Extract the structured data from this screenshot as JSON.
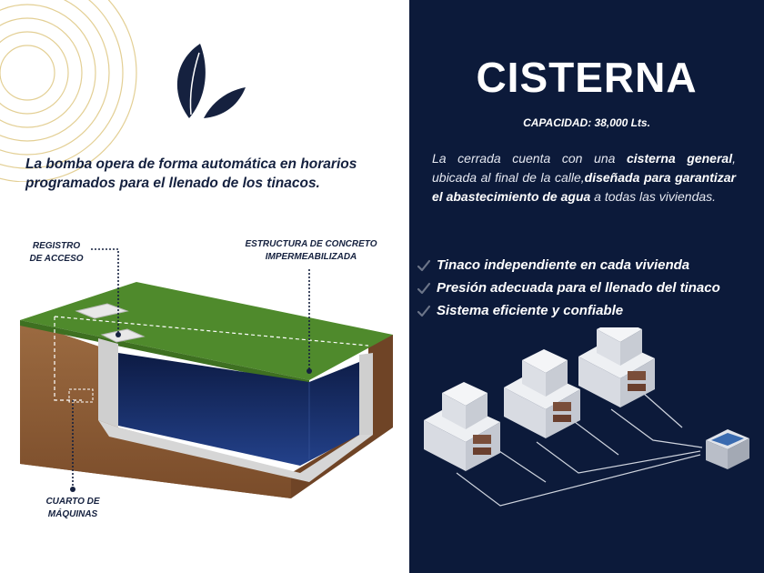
{
  "left": {
    "intro_line1": "La bomba opera de forma automática en horarios",
    "intro_line2": "programados para el llenado de los tinacos.",
    "callouts": {
      "registro_line1": "REGISTRO",
      "registro_line2": "DE ACCESO",
      "estructura_line1": "ESTRUCTURA DE CONCRETO",
      "estructura_line2": "IMPERMEABILIZADA",
      "cuarto_line1": "CUARTO DE",
      "cuarto_line2": "MÁQUINAS"
    }
  },
  "right": {
    "title": "CISTERNA",
    "capacity": "CAPACIDAD: 38,000 Lts.",
    "description": {
      "part1": "La cerrada cuenta con una ",
      "bold1": "cisterna general",
      "part2": ", ubicada al final de la calle,",
      "bold2": "diseñada para garantizar el abastecimiento de agua",
      "part3": " a todas las viviendas."
    },
    "features": [
      "Tinaco independiente en cada vivienda",
      "Presión adecuada para el llenado del tinaco",
      "Sistema eficiente y confiable"
    ]
  },
  "icons": {
    "logo": "leaf-logo-icon",
    "check": "check-icon"
  },
  "colors": {
    "navy": "#0c1a3a",
    "text_dark": "#15213f",
    "gold_rings": "#e3cf94",
    "grass": "#4f8a2c",
    "soil": "#8a5a33",
    "water": "#1a2f66",
    "check_gray": "#6b7488"
  }
}
